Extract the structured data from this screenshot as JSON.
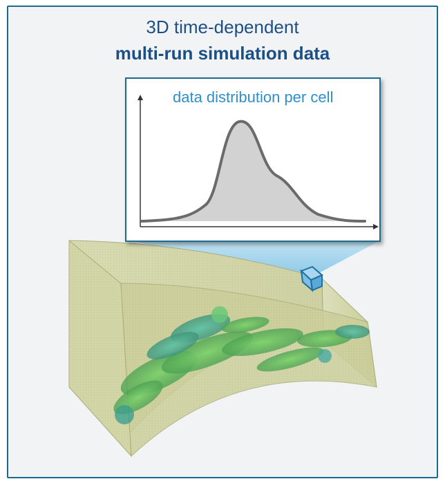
{
  "title": {
    "line1": "3D time-dependent",
    "line2": "multi-run simulation data"
  },
  "inset": {
    "label": "data distribution per cell"
  },
  "colors": {
    "frame_border": "#1b6b8c",
    "title": "#1b4f86",
    "inset_label": "#2e8fcb",
    "curve": "#6b6b6b",
    "curve_fill": "#d2d2d3",
    "volume_shell": "#d6d9ad",
    "volume_features": "#3fae55",
    "cell_cube": "#2b7fb0"
  },
  "icons": [
    "probability-density-curve",
    "highlighted-cell-cube",
    "3d-volume-mesh"
  ]
}
